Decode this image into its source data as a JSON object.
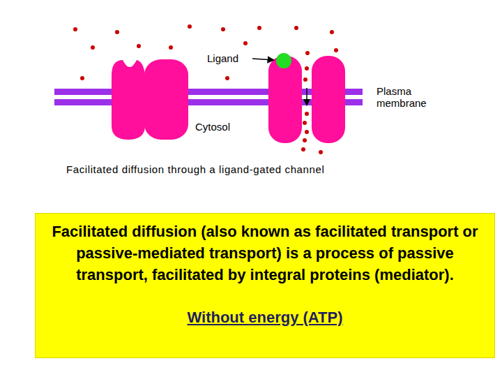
{
  "diagram": {
    "caption": "Facilitated diffusion through a ligand-gated channel",
    "nodes": [
      {
        "text": [
          "Facilitated diffusion (also known as facilitated transport or passive-mediated transport) is a process of passive transport, facilitated by integral proteins (mediator).",
          "Without energy (ATP)"
        ]
      }
    ],
    "labels": [
      "Ligand",
      "Plasma membrane",
      "Cytosol"
    ]
  }
}
